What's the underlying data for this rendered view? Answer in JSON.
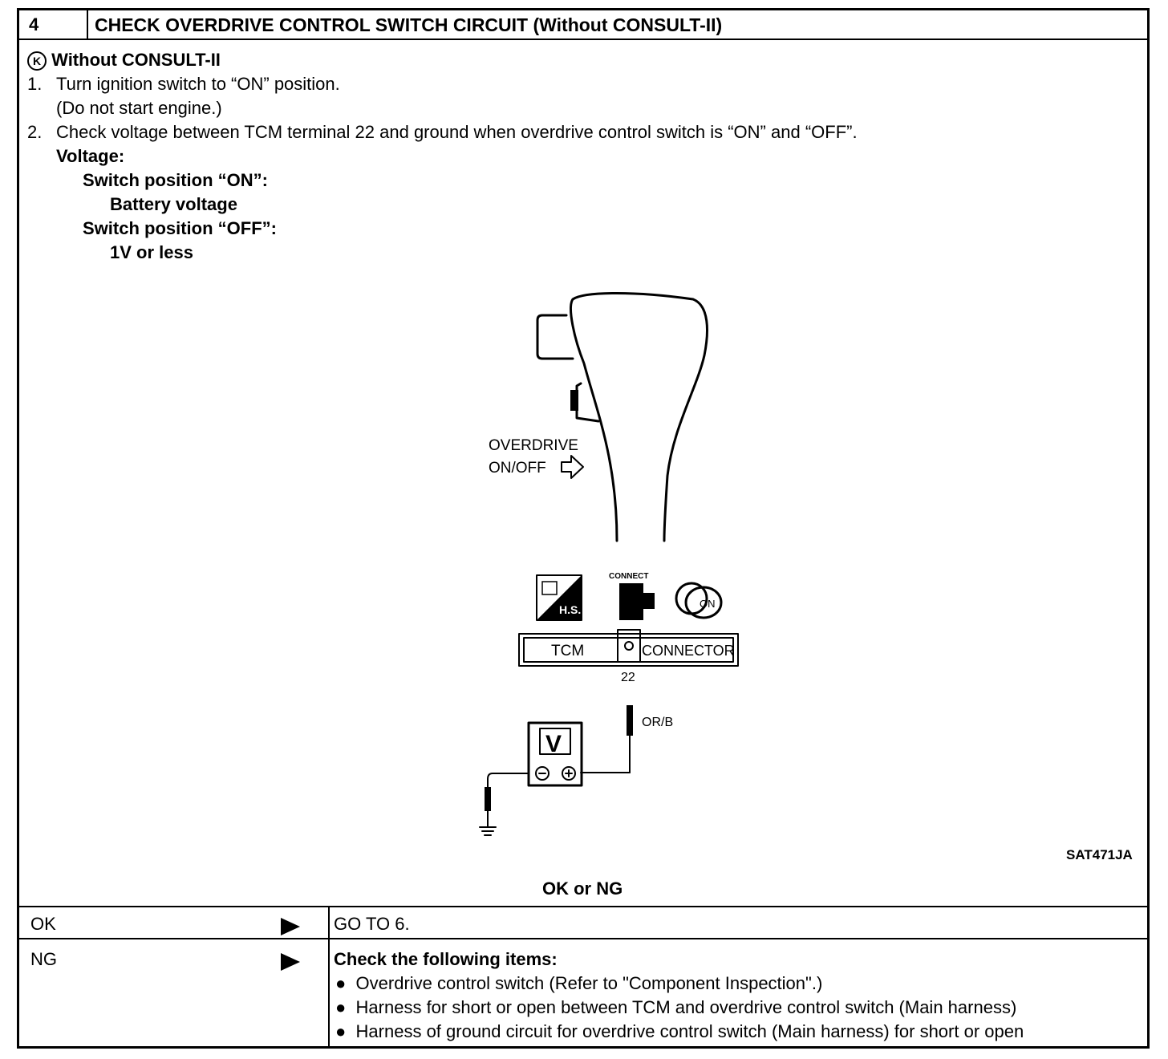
{
  "header": {
    "step_number": "4",
    "title": "CHECK OVERDRIVE CONTROL SWITCH CIRCUIT (Without CONSULT-II)"
  },
  "procedure": {
    "mode_icon": "K",
    "mode_label": "Without CONSULT-II",
    "step1_num": "1.",
    "step1_text": "Turn ignition switch to “ON” position.",
    "step1_note": "(Do not start engine.)",
    "step2_num": "2.",
    "step2_text": "Check voltage between TCM terminal 22 and ground when overdrive control switch is “ON” and “OFF”.",
    "voltage_label": "Voltage:",
    "spec_on_label": "Switch position “ON”:",
    "spec_on_value": "Battery voltage",
    "spec_off_label": "Switch position “OFF”:",
    "spec_off_value": "1V or less"
  },
  "diagram": {
    "overdrive_label_line1": "OVERDRIVE",
    "overdrive_label_line2": "ON/OFF",
    "connect_label": "CONNECT",
    "hs_label": "H.S.",
    "on_label": "ON",
    "tcm_label": "TCM",
    "connector_label": "CONNECTOR",
    "terminal": "22",
    "wire_color": "OR/B",
    "meter_label": "V",
    "figure_id": "SAT471JA"
  },
  "result": {
    "question": "OK or NG",
    "ok_label": "OK",
    "ok_action": "GO TO 6.",
    "ng_label": "NG",
    "ng_heading": "Check the following items:",
    "ng_items": [
      "Overdrive control switch (Refer to \"Component Inspection\".)",
      "Harness for short or open between TCM and overdrive control switch (Main harness)",
      "Harness of ground circuit for overdrive control switch (Main harness) for short or open"
    ]
  }
}
